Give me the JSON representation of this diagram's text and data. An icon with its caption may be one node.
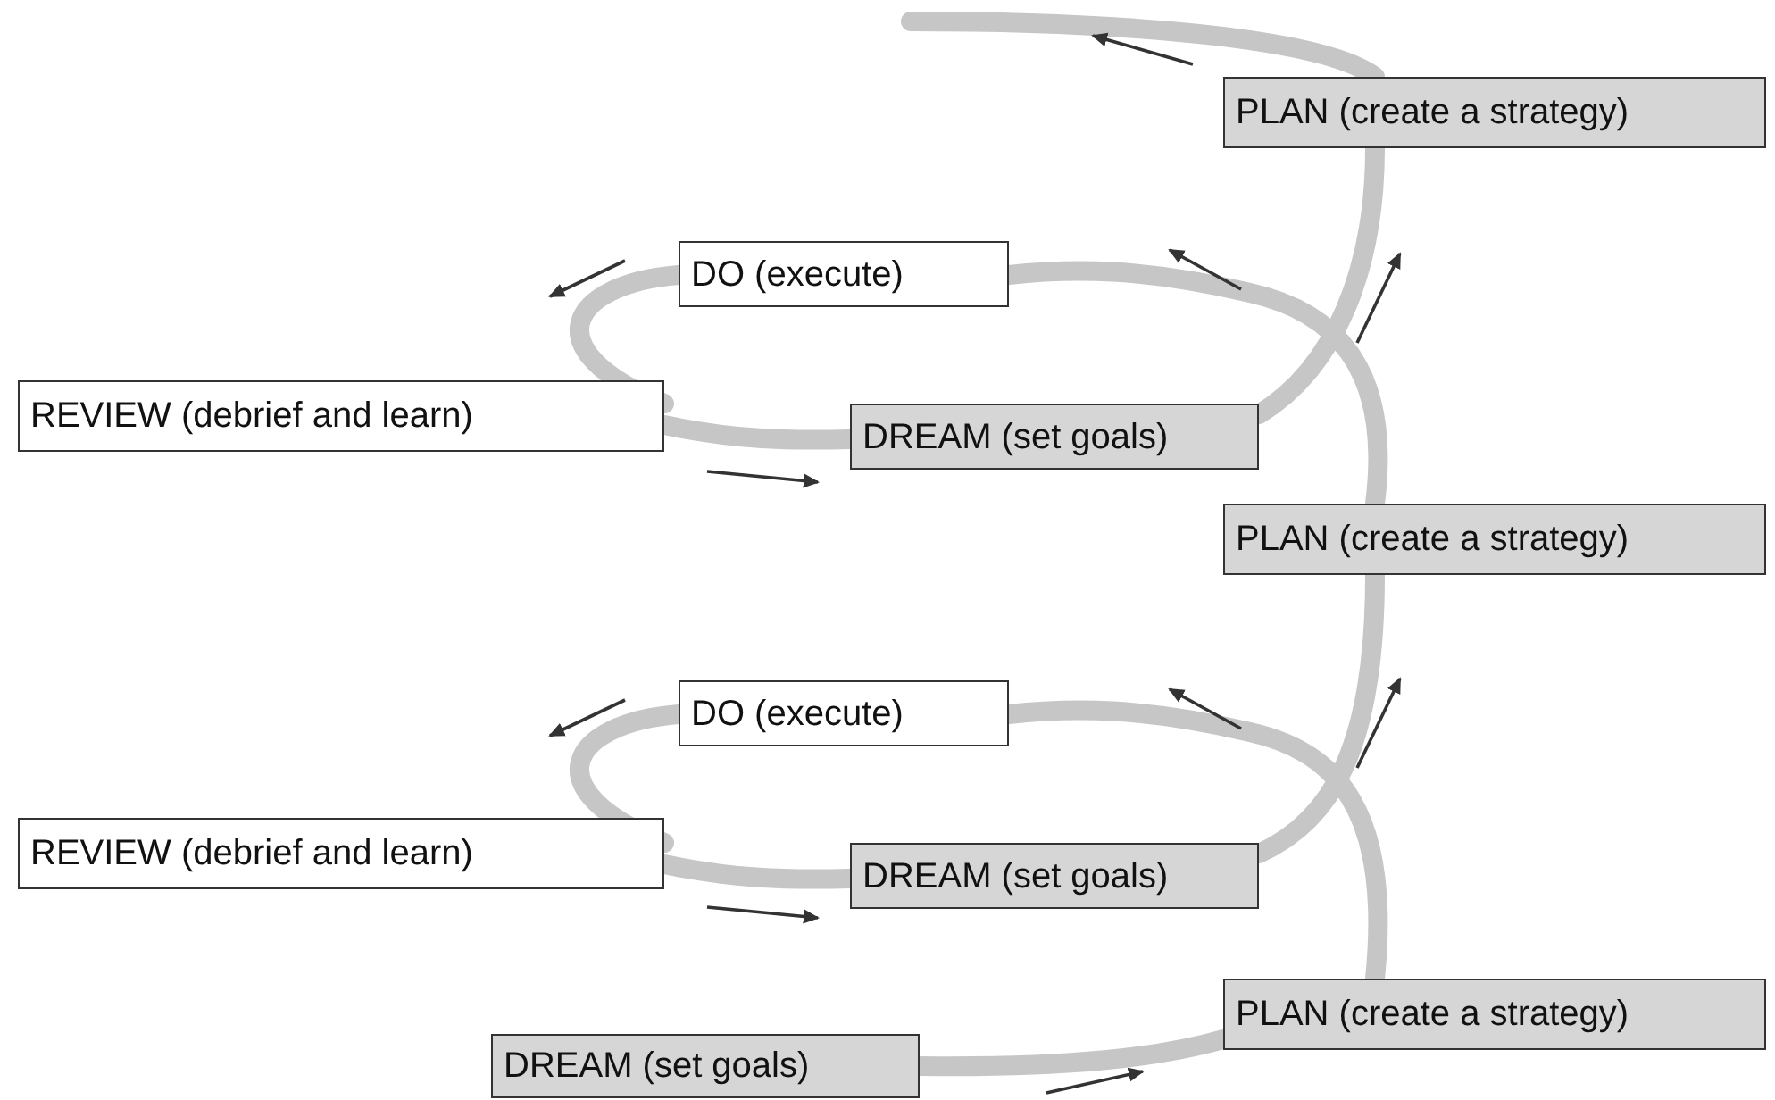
{
  "diagram": {
    "nodes": [
      {
        "text": [
          "PLAN (create a strategy)"
        ]
      },
      {
        "text": [
          "DO (execute)"
        ]
      },
      {
        "text": [
          "REVIEW (debrief and learn)"
        ]
      },
      {
        "text": [
          "DREAM (set goals)"
        ]
      },
      {
        "text": [
          "PLAN (create a strategy)"
        ]
      },
      {
        "text": [
          "DO (execute)"
        ]
      },
      {
        "text": [
          "REVIEW (debrief and learn)"
        ]
      },
      {
        "text": [
          "DREAM (set goals)"
        ]
      },
      {
        "text": [
          "PLAN (create a strategy)"
        ]
      },
      {
        "text": [
          "DREAM (set goals)"
        ]
      }
    ],
    "edges": [
      {
        "from": 9,
        "to": 8,
        "arrow": "none"
      },
      {
        "from": 8,
        "to": 5,
        "arrow": "none"
      },
      {
        "from": 5,
        "to": 6,
        "arrow": "none"
      },
      {
        "from": 6,
        "to": 7,
        "arrow": "none"
      },
      {
        "from": 7,
        "to": 4,
        "arrow": "none"
      },
      {
        "from": 4,
        "to": 1,
        "arrow": "none"
      },
      {
        "from": 1,
        "to": 2,
        "arrow": "none"
      },
      {
        "from": 2,
        "to": 3,
        "arrow": "none"
      },
      {
        "from": 3,
        "to": 0,
        "arrow": "none"
      },
      {
        "from": 0,
        "to": null,
        "arrow": "none"
      }
    ]
  }
}
